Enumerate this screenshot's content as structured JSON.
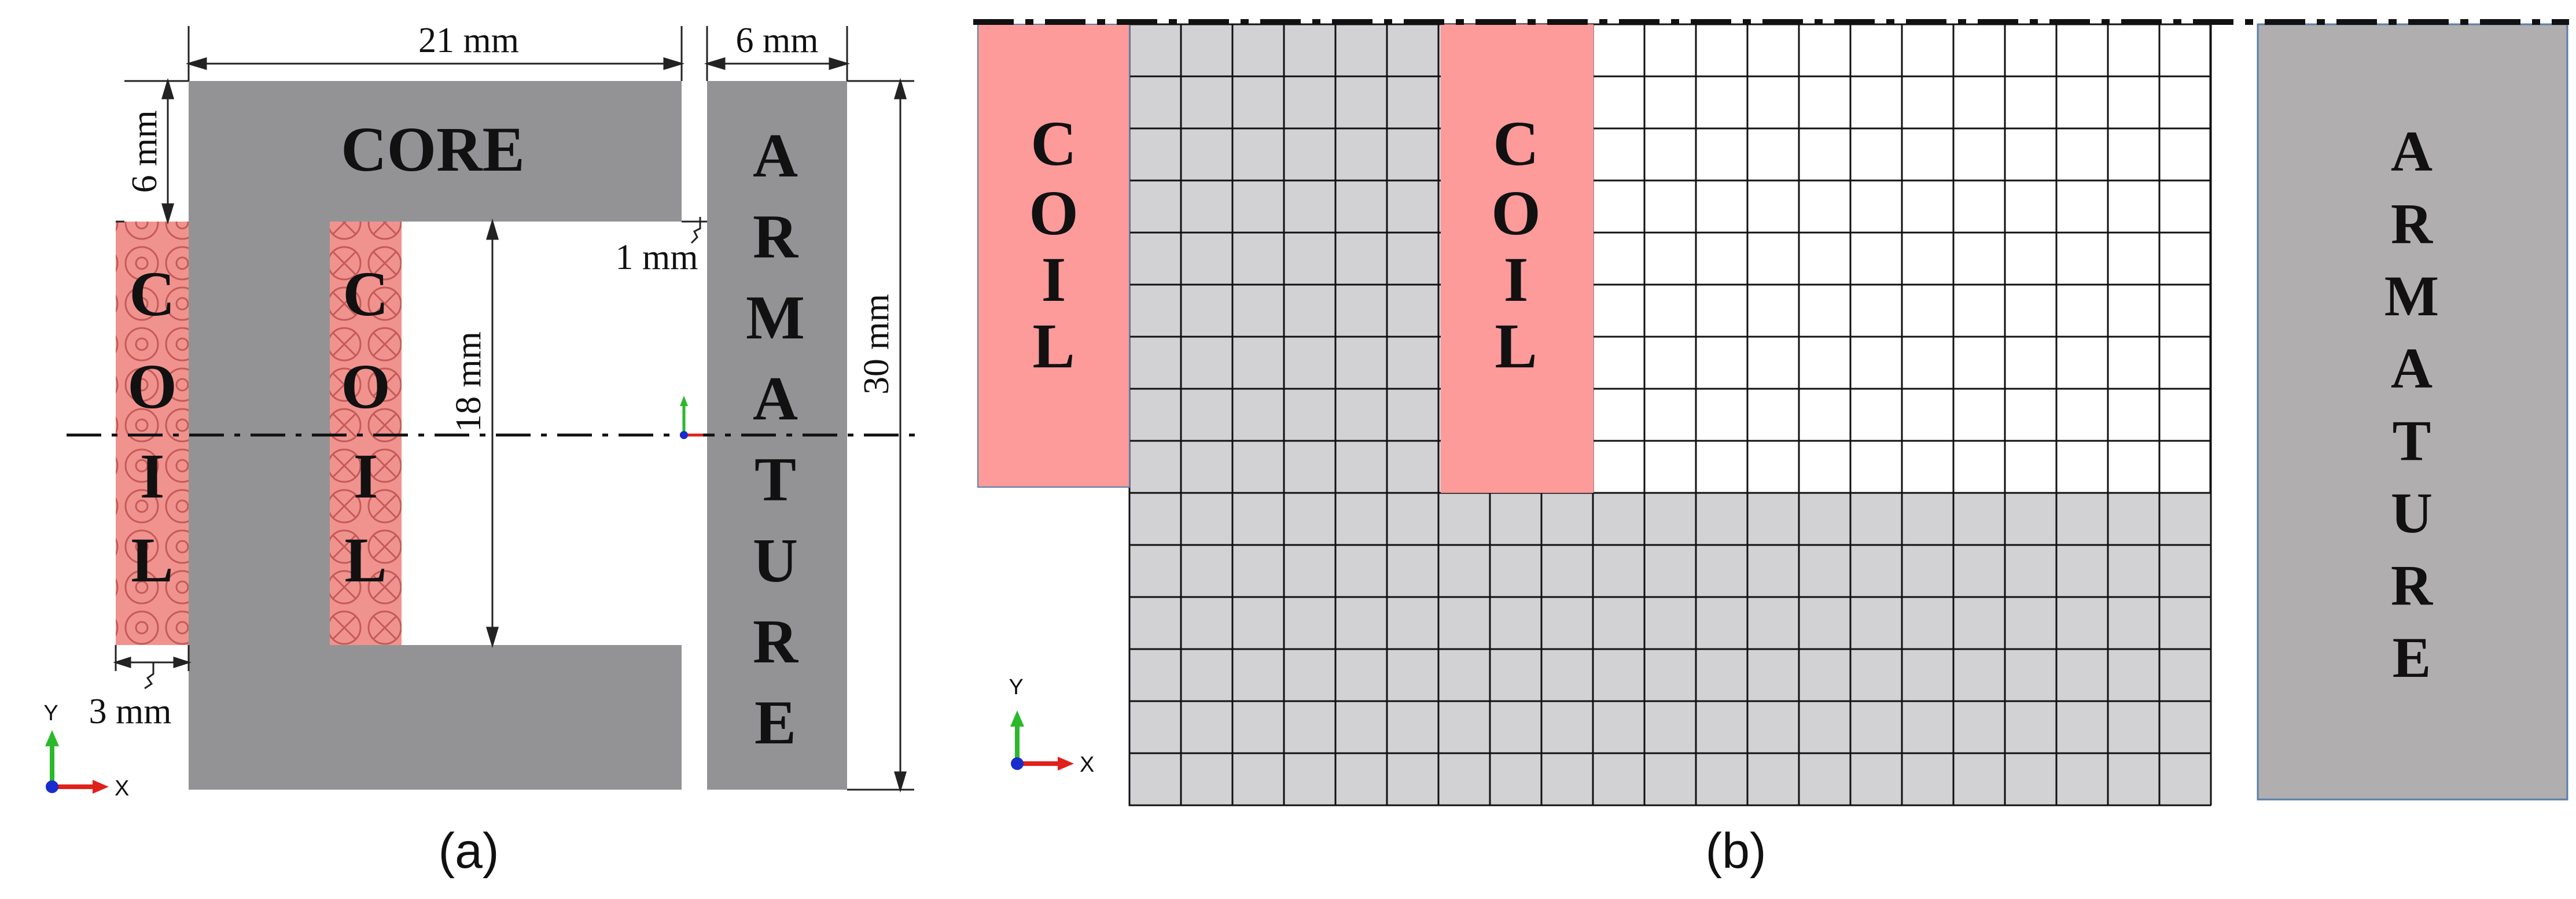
{
  "panel_a": {
    "caption": "(a)",
    "core_label": "CORE",
    "coil_letters": [
      "C",
      "O",
      "I",
      "L"
    ],
    "armature_letters": [
      "A",
      "R",
      "M",
      "A",
      "T",
      "U",
      "R",
      "E"
    ],
    "dim_width": "21 mm",
    "dim_armature_width": "6 mm",
    "dim_top_thickness": "6 mm",
    "dim_gap": "1 mm",
    "dim_height": "18 mm",
    "dim_armature_height": "30 mm",
    "dim_coil_width": "3 mm",
    "axis_x": "X",
    "axis_y": "Y"
  },
  "panel_b": {
    "caption": "(b)",
    "coil_letters": [
      "C",
      "O",
      "I",
      "L"
    ],
    "armature_letters": [
      "A",
      "R",
      "M",
      "A",
      "T",
      "U",
      "R",
      "E"
    ],
    "axis_x": "X",
    "axis_y": "Y"
  },
  "colors": {
    "core": "#939396",
    "coil": "#f0938f",
    "coil_b": "#fd9a9a",
    "armature_b": "#b0aeae",
    "mesh_fill": "#d2d1d3",
    "axis_x": "#e0201b",
    "axis_y": "#2bb82b",
    "axis_origin": "#1a2ccc"
  }
}
